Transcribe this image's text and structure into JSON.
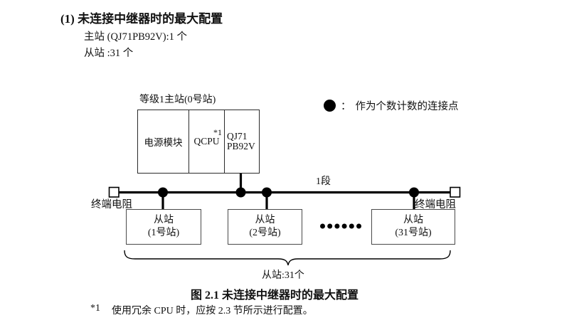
{
  "heading": {
    "title": "(1) 未连接中继器时的最大配置",
    "master_line": "主站 (QJ71PB92V):1 个",
    "slave_line": "从站 :31 个"
  },
  "diagram": {
    "master_label": "等级1主站(0号站)",
    "master_cells": {
      "power": "电源模块",
      "cpu": "QCPU",
      "cpu_note": "*1",
      "pb_line1": "QJ71",
      "pb_line2": "PB92V"
    },
    "legend": {
      "colon": "：",
      "text": "作为个数计数的连接点"
    },
    "segment_label": "1段",
    "terminator_left": "终端电阻",
    "terminator_right": "终端电阻",
    "slaves": [
      {
        "line1": "从站",
        "line2": "(1号站)"
      },
      {
        "line1": "从站",
        "line2": "(2号站)"
      },
      {
        "line1": "从站",
        "line2": "(31号站)"
      }
    ],
    "slave_count": "从站:31个"
  },
  "caption": "图 2.1 未连接中继器时的最大配置",
  "footnote": {
    "marker": "*1",
    "text": "使用冗余 CPU 时，应按 2.3 节所示进行配置。"
  },
  "colors": {
    "ink": "#000000",
    "background": "#ffffff"
  }
}
